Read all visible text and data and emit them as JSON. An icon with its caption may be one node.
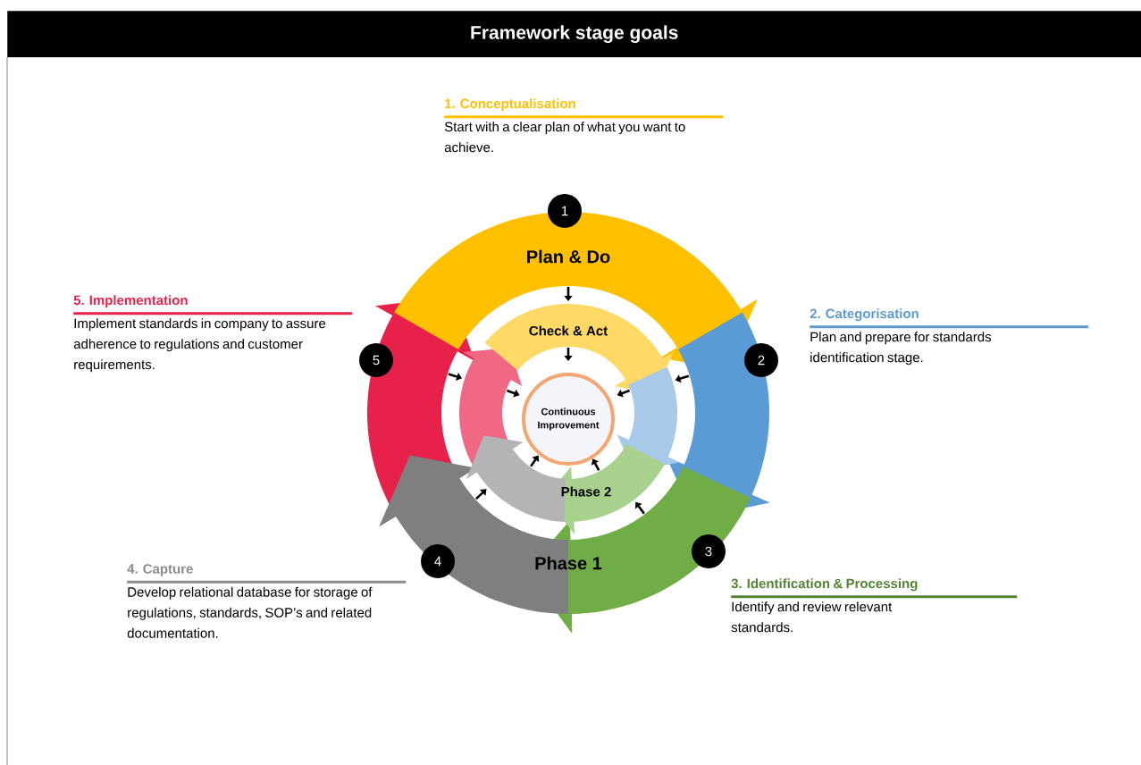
{
  "diagram": {
    "title": "Framework stage goals",
    "nodes": [
      {
        "text": [
          "1. Conceptualisation",
          "Start with a clear plan of what you want to achieve."
        ]
      },
      {
        "text": [
          "2. Categorisation",
          "Plan and prepare for standards identification stage."
        ]
      },
      {
        "text": [
          "3. Identification & Processing",
          "Identify and review relevant standards."
        ]
      },
      {
        "text": [
          "4. Capture",
          "Develop relational database for storage of regulations, standards, SOP’s and related documentation."
        ]
      },
      {
        "text": [
          "5. Implementation",
          "Implement standards in company to assure adherence to regulations and customer requirements."
        ]
      },
      {
        "text": [
          "1"
        ]
      },
      {
        "text": [
          "2"
        ]
      },
      {
        "text": [
          "3"
        ]
      },
      {
        "text": [
          "4"
        ]
      },
      {
        "text": [
          "5"
        ]
      },
      {
        "text": [
          "Continuous Improvement"
        ]
      }
    ],
    "labels": [
      "Plan & Do",
      "Check & Act",
      "Phase 2",
      "Phase 1"
    ]
  }
}
